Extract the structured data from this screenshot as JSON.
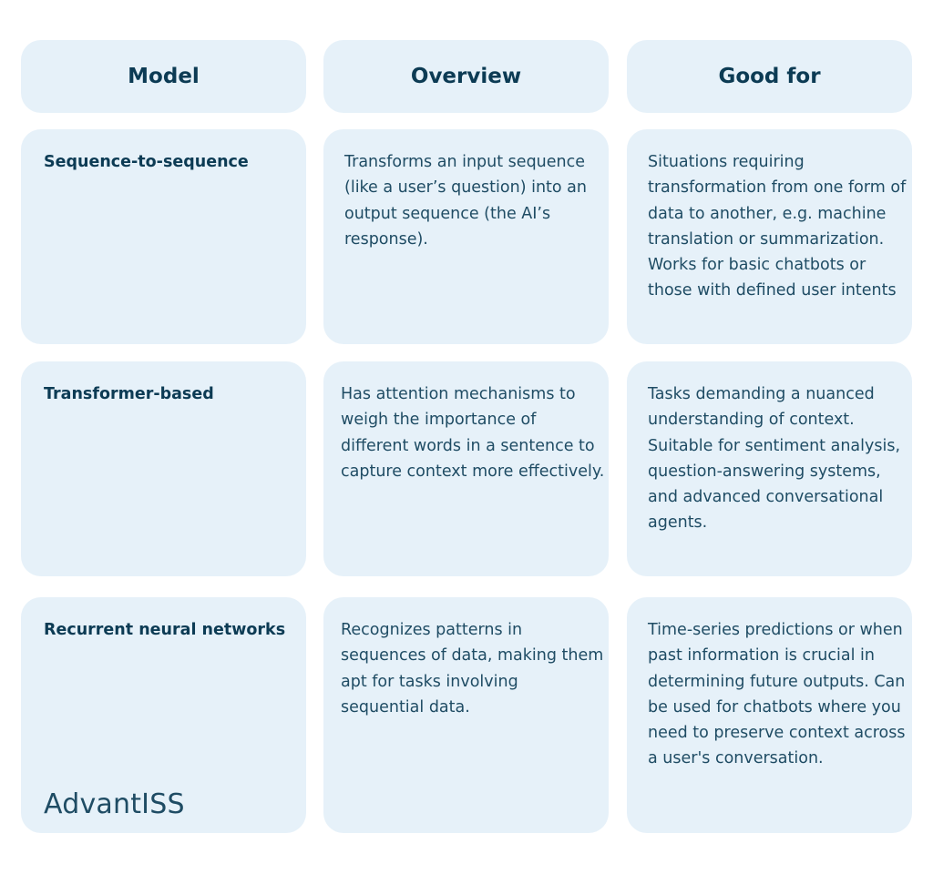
{
  "headers": {
    "model": "Model",
    "overview": "Overview",
    "good_for": "Good for"
  },
  "rows": [
    {
      "model": "Sequence-to-sequence",
      "overview": "Transforms an input sequence (like a user’s question) into an output sequence (the AI’s response).",
      "good_for": "Situations requiring transformation from one form of data to another, e.g. machine translation or summarization. Works for basic chatbots or those with defined user intents"
    },
    {
      "model": "Transformer-based",
      "overview": "Has attention mechanisms to weigh the importance of different words in a sentence to capture context more effectively.",
      "good_for": "Tasks demanding a nuanced understanding of context. Suitable for sentiment analysis, question-answering systems, and advanced conversational agents."
    },
    {
      "model": "Recurrent neural networks",
      "overview": "Recognizes patterns in sequences of data, making them apt for tasks involving sequential data.",
      "good_for": "Time-series predictions or when past information is crucial in determining future outputs. Can be used for chatbots where you need to preserve context across a user's conversation."
    }
  ],
  "brand": {
    "logo_text": "AdvantISS"
  },
  "colors": {
    "card_background": "#e6f1f9",
    "heading_text": "#0c3b54",
    "body_text": "#1f4c64"
  }
}
